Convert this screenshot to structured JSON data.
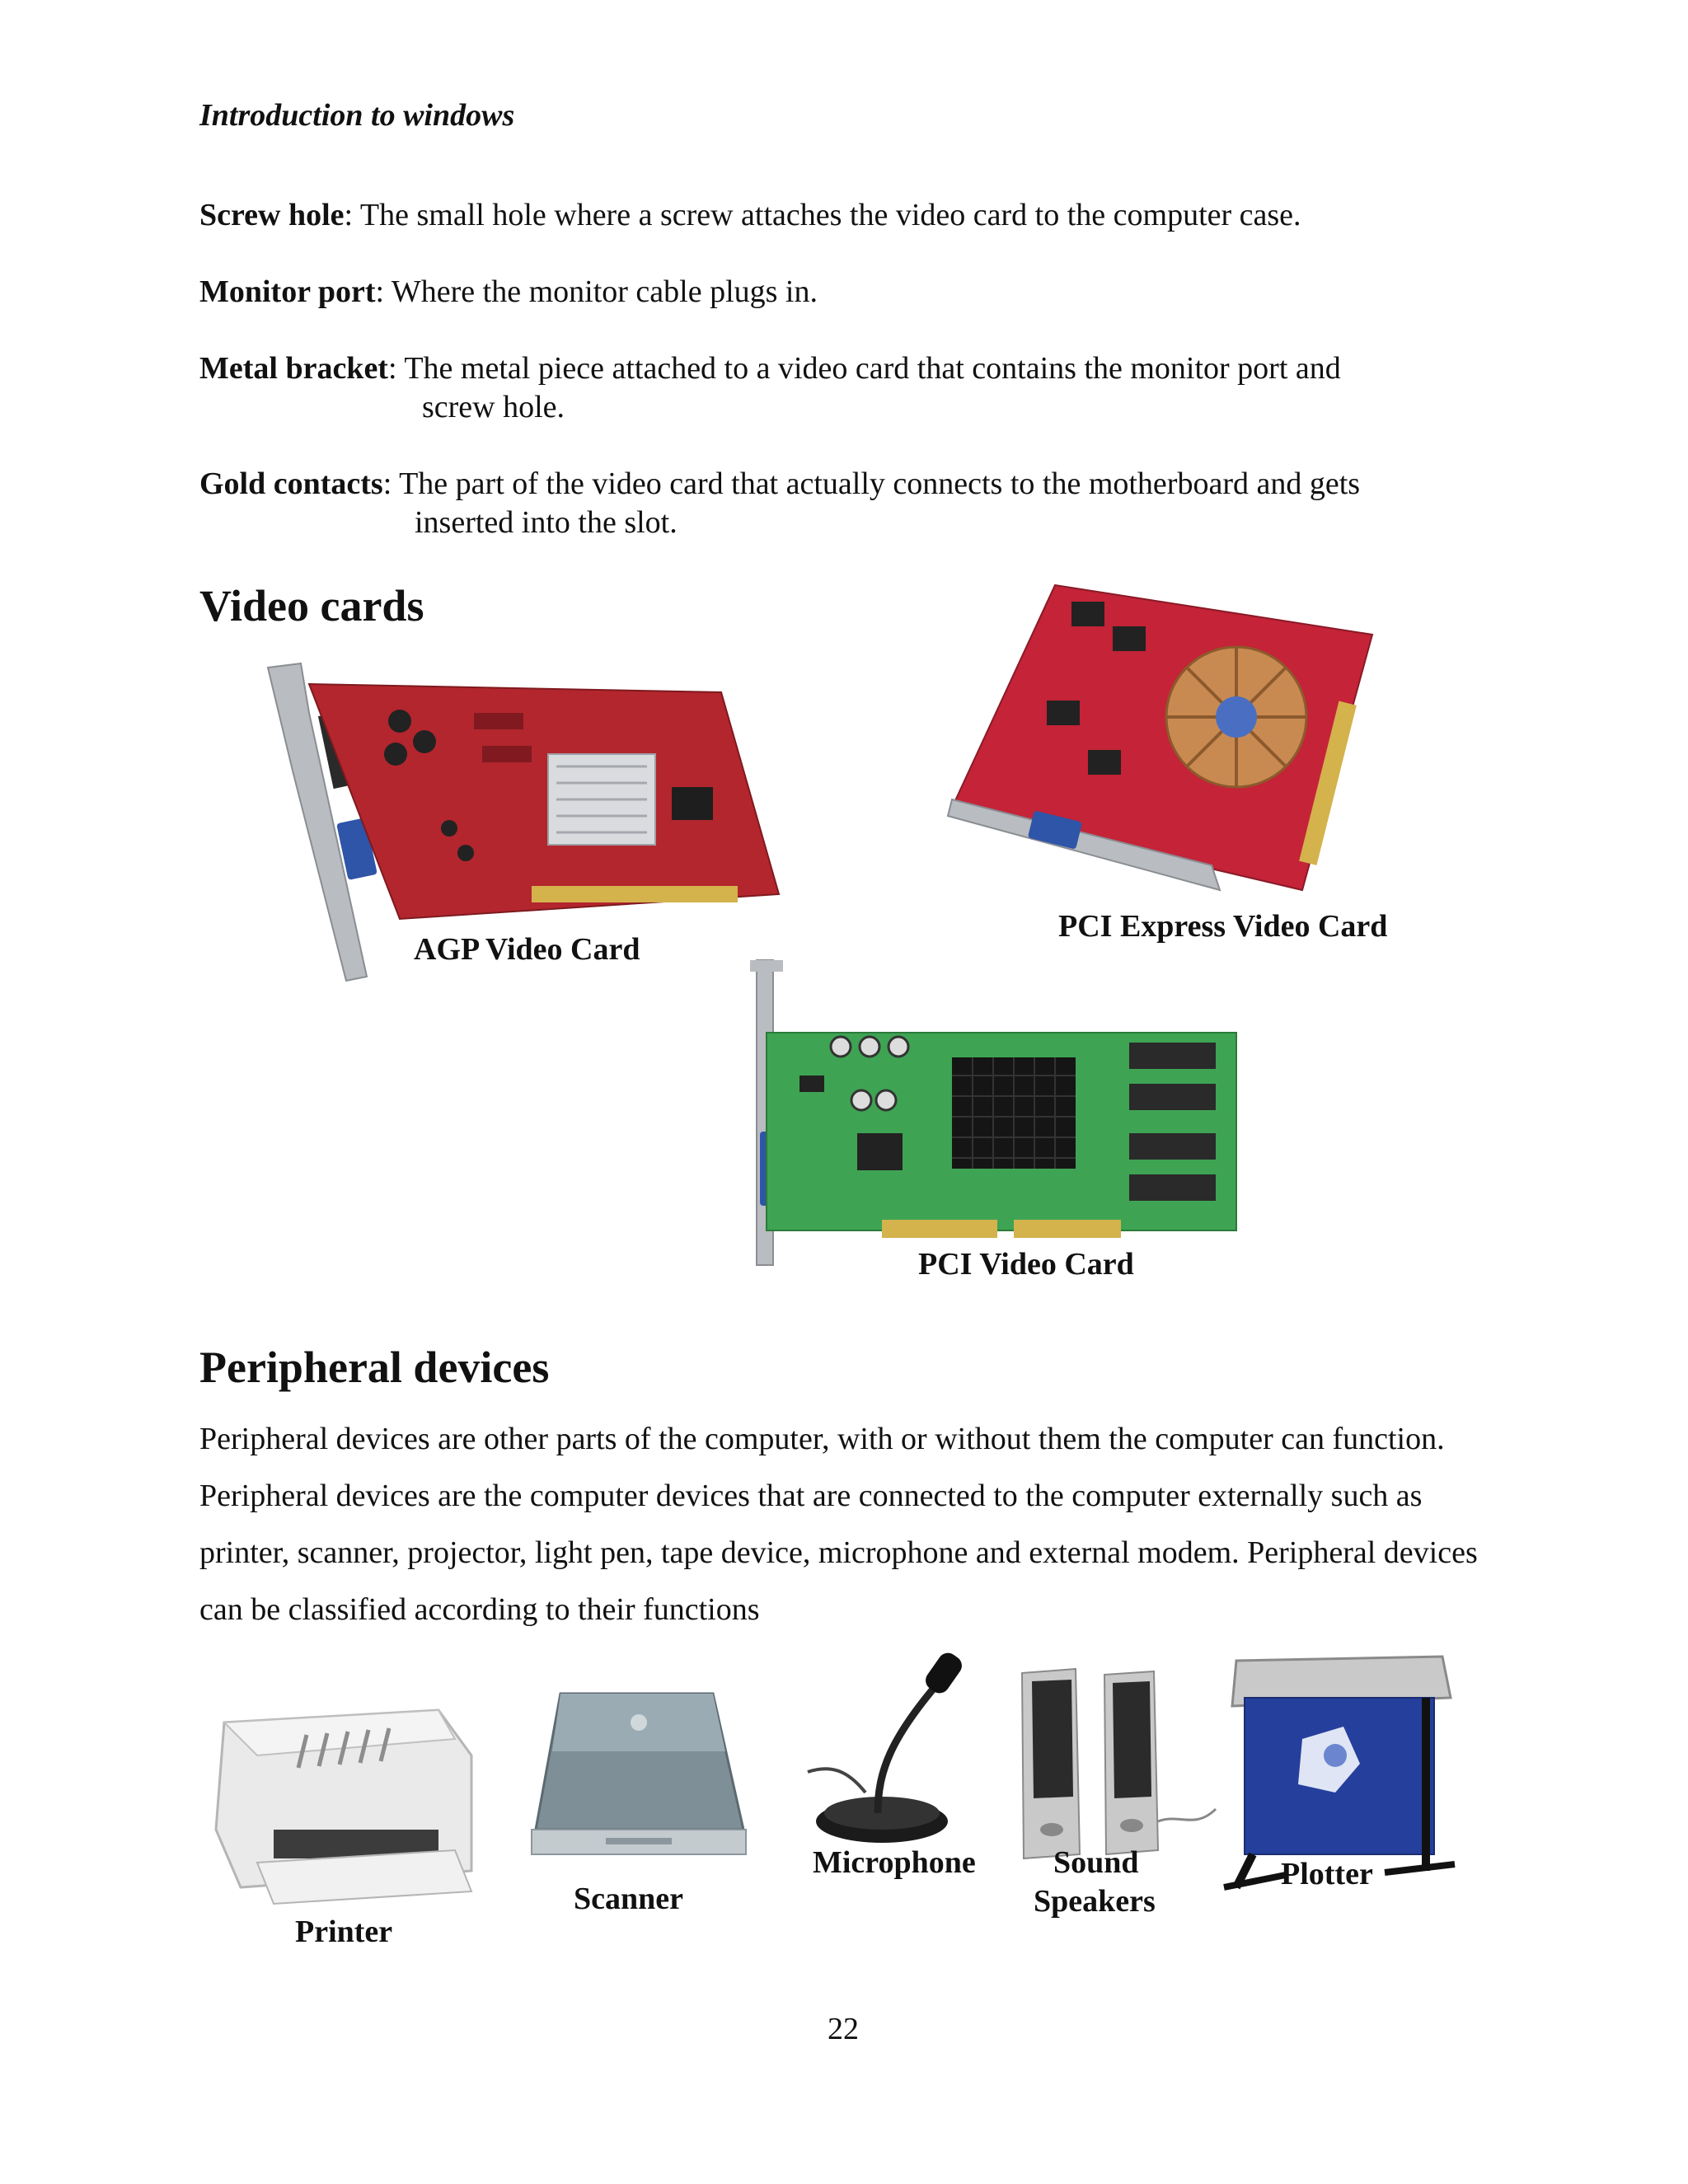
{
  "header": {
    "running_title": "Introduction to windows"
  },
  "definitions": [
    {
      "term": "Screw hole",
      "text": ": The small hole where a screw attaches the video card to the computer case.",
      "cont": ""
    },
    {
      "term": "Monitor port",
      "text": ": Where the monitor cable plugs in.",
      "cont": ""
    },
    {
      "term": "Metal bracket",
      "text": ": The metal piece attached to a video card that contains the monitor port and",
      "cont": "screw hole."
    },
    {
      "term": "Gold contacts",
      "text": ": The part of the video card that actually connects to the motherboard and gets",
      "cont": "inserted into the slot."
    }
  ],
  "video_cards": {
    "heading": "Video cards",
    "captions": {
      "agp": "AGP Video Card",
      "pcie": "PCI Express Video Card",
      "pci": "PCI Video Card"
    }
  },
  "peripherals": {
    "heading": "Peripheral devices",
    "paragraph": "Peripheral devices are other parts of the computer, with or without them the computer can function. Peripheral devices are the computer devices that are connected to the computer externally such as printer, scanner, projector, light pen, tape device, microphone and external modem.  Peripheral devices can be classified according to their functions",
    "captions": {
      "printer": "Printer",
      "scanner": "Scanner",
      "microphone": "Microphone",
      "speakers_line1": "Sound",
      "speakers_line2": "Speakers",
      "plotter": "Plotter"
    }
  },
  "footer": {
    "page_number": "22"
  }
}
